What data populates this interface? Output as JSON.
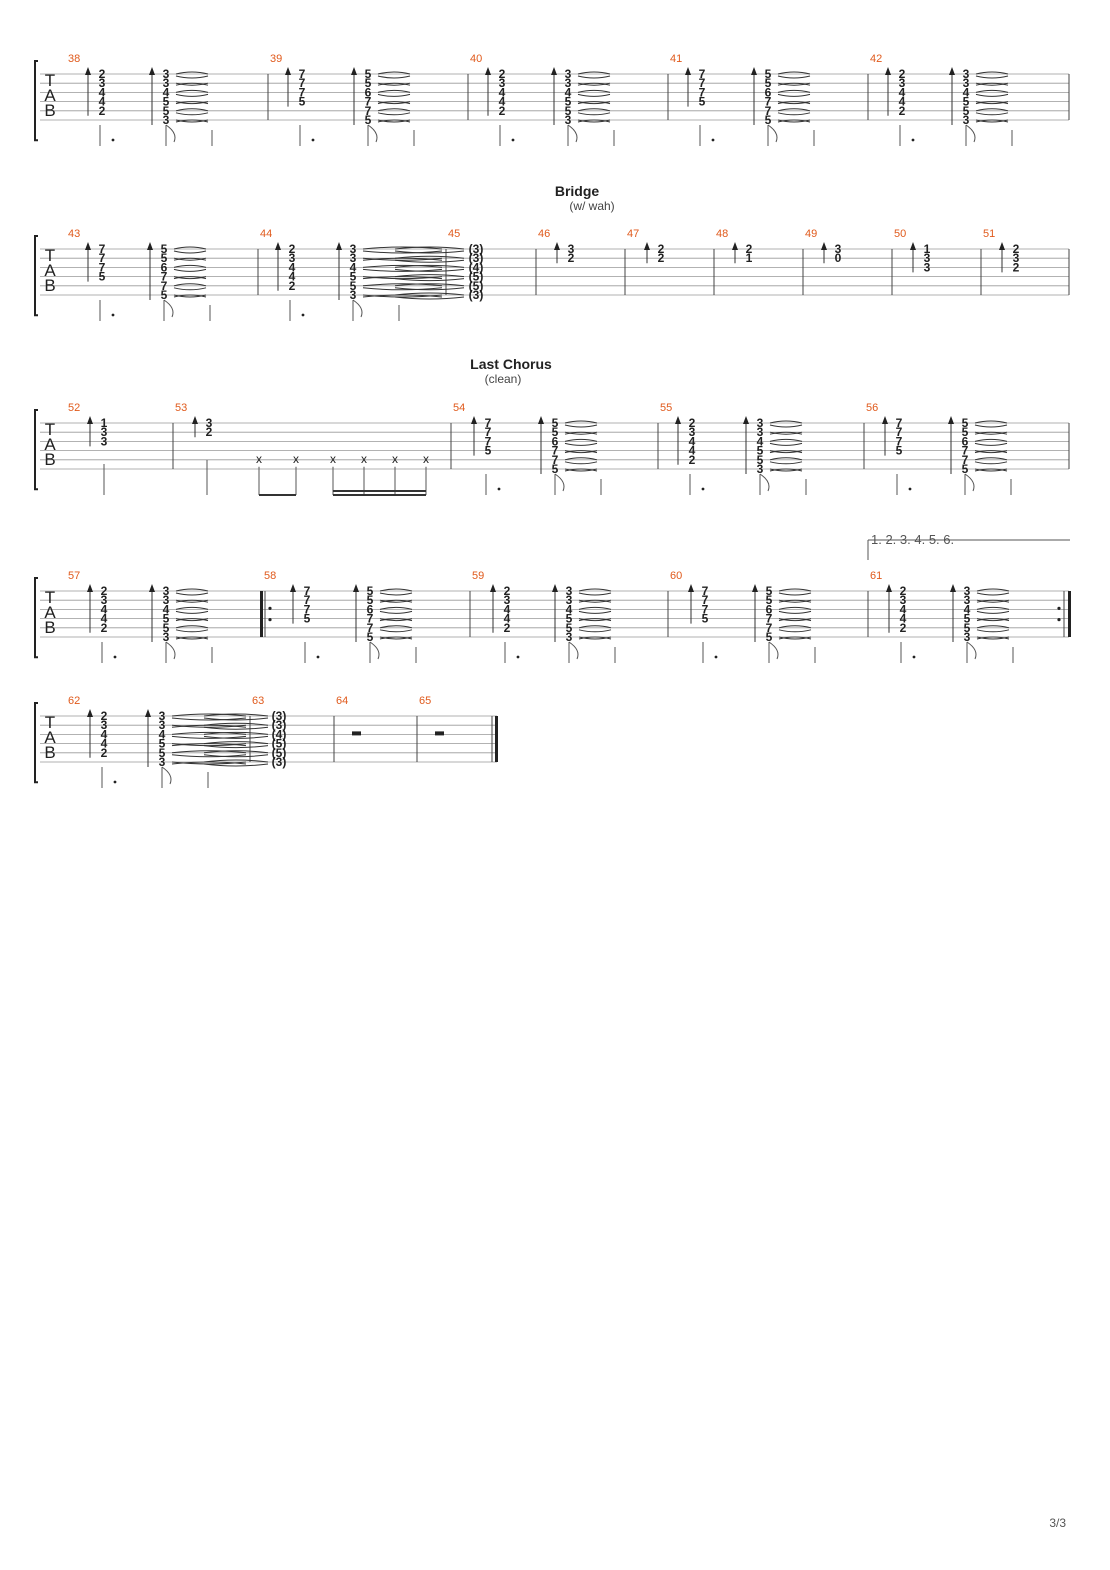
{
  "page": {
    "number": "3/3",
    "tab_label": [
      "T",
      "A",
      "B"
    ]
  },
  "sections": [
    {
      "title": "Bridge",
      "subtitle": "(w/ wah)"
    },
    {
      "title": "Last Chorus",
      "subtitle": "(clean)"
    }
  ],
  "volta": {
    "label": "1. 2. 3. 4. 5. 6."
  },
  "systems": [
    {
      "measures": [
        {
          "number": "38",
          "chords": [
            {
              "frets": [
                "2",
                "3",
                "4",
                "4",
                "2"
              ]
            },
            {
              "frets": [
                "3",
                "3",
                "4",
                "5",
                "5",
                "3"
              ]
            }
          ]
        },
        {
          "number": "39",
          "chords": [
            {
              "frets": [
                "7",
                "7",
                "7",
                "5"
              ]
            },
            {
              "frets": [
                "5",
                "5",
                "6",
                "7",
                "7",
                "5"
              ]
            }
          ]
        },
        {
          "number": "40",
          "chords": [
            {
              "frets": [
                "2",
                "3",
                "4",
                "4",
                "2"
              ]
            },
            {
              "frets": [
                "3",
                "3",
                "4",
                "5",
                "5",
                "3"
              ]
            }
          ]
        },
        {
          "number": "41",
          "chords": [
            {
              "frets": [
                "7",
                "7",
                "7",
                "5"
              ]
            },
            {
              "frets": [
                "5",
                "5",
                "6",
                "7",
                "7",
                "5"
              ]
            }
          ]
        },
        {
          "number": "42",
          "chords": [
            {
              "frets": [
                "2",
                "3",
                "4",
                "4",
                "2"
              ]
            },
            {
              "frets": [
                "3",
                "3",
                "4",
                "5",
                "5",
                "3"
              ]
            }
          ]
        }
      ]
    },
    {
      "measures": [
        {
          "number": "43",
          "chords": [
            {
              "frets": [
                "7",
                "7",
                "7",
                "5"
              ]
            },
            {
              "frets": [
                "5",
                "5",
                "6",
                "7",
                "7",
                "5"
              ]
            }
          ]
        },
        {
          "number": "44",
          "chords": [
            {
              "frets": [
                "2",
                "3",
                "4",
                "4",
                "2"
              ]
            },
            {
              "frets": [
                "3",
                "3",
                "4",
                "5",
                "5",
                "3"
              ]
            }
          ]
        },
        {
          "number": "45",
          "chords": [
            {
              "frets": [
                "(3)",
                "(3)",
                "(4)",
                "(5)",
                "(5)",
                "(3)"
              ]
            }
          ]
        },
        {
          "number": "46",
          "chords": [
            {
              "frets": [
                "3",
                "2"
              ]
            }
          ]
        },
        {
          "number": "47",
          "chords": [
            {
              "frets": [
                "2",
                "2"
              ]
            }
          ]
        },
        {
          "number": "48",
          "chords": [
            {
              "frets": [
                "2",
                "1"
              ]
            }
          ]
        },
        {
          "number": "49",
          "chords": [
            {
              "frets": [
                "3",
                "0"
              ]
            }
          ]
        },
        {
          "number": "50",
          "chords": [
            {
              "frets": [
                "1",
                "3",
                "3"
              ]
            }
          ]
        },
        {
          "number": "51",
          "chords": [
            {
              "frets": [
                "2",
                "3",
                "2"
              ]
            }
          ]
        }
      ]
    },
    {
      "measures": [
        {
          "number": "52",
          "chords": [
            {
              "frets": [
                "1",
                "3",
                "3"
              ]
            }
          ]
        },
        {
          "number": "53",
          "chords": [
            {
              "frets": [
                "3",
                "2"
              ]
            },
            {
              "frets": [
                "x"
              ]
            },
            {
              "frets": [
                "x"
              ]
            },
            {
              "frets": [
                "x"
              ]
            },
            {
              "frets": [
                "x"
              ]
            },
            {
              "frets": [
                "x"
              ]
            },
            {
              "frets": [
                "x"
              ]
            }
          ]
        },
        {
          "number": "54",
          "chords": [
            {
              "frets": [
                "7",
                "7",
                "7",
                "5"
              ]
            },
            {
              "frets": [
                "5",
                "5",
                "6",
                "7",
                "7",
                "5"
              ]
            }
          ]
        },
        {
          "number": "55",
          "chords": [
            {
              "frets": [
                "2",
                "3",
                "4",
                "4",
                "2"
              ]
            },
            {
              "frets": [
                "3",
                "3",
                "4",
                "5",
                "5",
                "3"
              ]
            }
          ]
        },
        {
          "number": "56",
          "chords": [
            {
              "frets": [
                "7",
                "7",
                "7",
                "5"
              ]
            },
            {
              "frets": [
                "5",
                "5",
                "6",
                "7",
                "7",
                "5"
              ]
            }
          ]
        }
      ]
    },
    {
      "measures": [
        {
          "number": "57",
          "chords": [
            {
              "frets": [
                "2",
                "3",
                "4",
                "4",
                "2"
              ]
            },
            {
              "frets": [
                "3",
                "3",
                "4",
                "5",
                "5",
                "3"
              ]
            }
          ]
        },
        {
          "number": "58",
          "chords": [
            {
              "frets": [
                "7",
                "7",
                "7",
                "5"
              ]
            },
            {
              "frets": [
                "5",
                "5",
                "6",
                "7",
                "7",
                "5"
              ]
            }
          ]
        },
        {
          "number": "59",
          "chords": [
            {
              "frets": [
                "2",
                "3",
                "4",
                "4",
                "2"
              ]
            },
            {
              "frets": [
                "3",
                "3",
                "4",
                "5",
                "5",
                "3"
              ]
            }
          ]
        },
        {
          "number": "60",
          "chords": [
            {
              "frets": [
                "7",
                "7",
                "7",
                "5"
              ]
            },
            {
              "frets": [
                "5",
                "5",
                "6",
                "7",
                "7",
                "5"
              ]
            }
          ]
        },
        {
          "number": "61",
          "chords": [
            {
              "frets": [
                "2",
                "3",
                "4",
                "4",
                "2"
              ]
            },
            {
              "frets": [
                "3",
                "3",
                "4",
                "5",
                "5",
                "3"
              ]
            }
          ]
        }
      ]
    },
    {
      "measures": [
        {
          "number": "62",
          "chords": [
            {
              "frets": [
                "2",
                "3",
                "4",
                "4",
                "2"
              ]
            },
            {
              "frets": [
                "3",
                "3",
                "4",
                "5",
                "5",
                "3"
              ]
            }
          ]
        },
        {
          "number": "63",
          "chords": [
            {
              "frets": [
                "(3)",
                "(3)",
                "(4)",
                "(5)",
                "(5)",
                "(3)"
              ]
            }
          ]
        },
        {
          "number": "64",
          "chords": []
        },
        {
          "number": "65",
          "chords": []
        }
      ]
    }
  ]
}
